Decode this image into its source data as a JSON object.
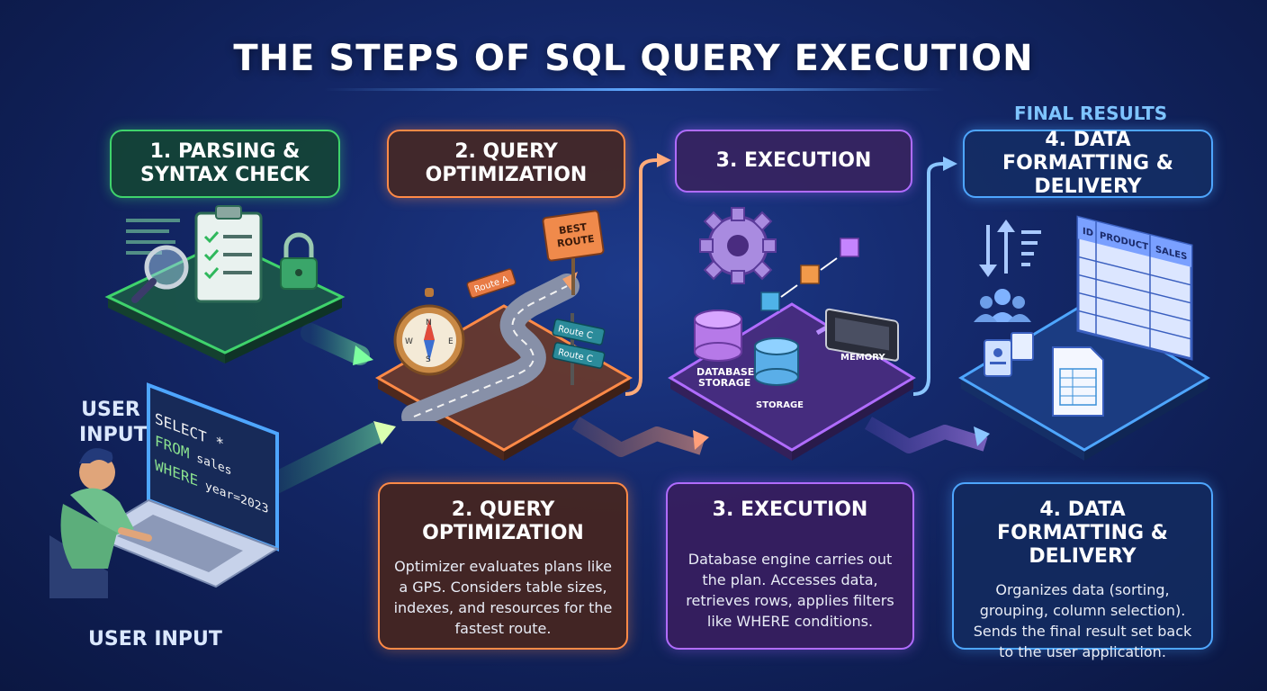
{
  "title": "THE STEPS OF SQL QUERY EXECUTION",
  "final_results_label": "FINAL RESULTS",
  "user_input_label_upper": "USER INPUT",
  "user_input_label_lower": "USER INPUT",
  "sql_code": {
    "line1": "SELECT *",
    "line2_kw": "FROM",
    "line2_rest": " sales",
    "line3_kw": "WHERE",
    "line3_rest": " year=2023"
  },
  "steps": [
    {
      "header": "1. PARSING & SYNTAX CHECK",
      "color": "#3fd36c"
    },
    {
      "header": "2. QUERY OPTIMIZATION",
      "color": "#ff8a47",
      "info_title": "2. QUERY OPTIMIZATION",
      "info_desc": "Optimizer evaluates plans like a GPS. Considers table sizes, indexes, and resources for the fastest route."
    },
    {
      "header": "3. EXECUTION",
      "color": "#b06cff",
      "info_title": "3. EXECUTION",
      "info_desc": "Database engine carries out the plan. Accesses data, retrieves rows, applies filters like WHERE conditions."
    },
    {
      "header": "4. DATA FORMATTING & DELIVERY",
      "color": "#4ea6ff",
      "info_title": "4. DATA FORMATTING & DELIVERY",
      "info_desc": "Organizes data (sorting, grouping, column selection). Sends the final result set back to the user application."
    }
  ],
  "optimization_signs": {
    "best_route": "BEST ROUTE",
    "route_a": "Route A",
    "route_c1": "Route C",
    "route_c2": "Route C"
  },
  "execution_labels": {
    "database_storage": "DATABASE STORAGE",
    "storage": "STORAGE",
    "memory": "MEMORY"
  },
  "result_table_headers": [
    "ID",
    "PRODUCT",
    "SALES"
  ]
}
